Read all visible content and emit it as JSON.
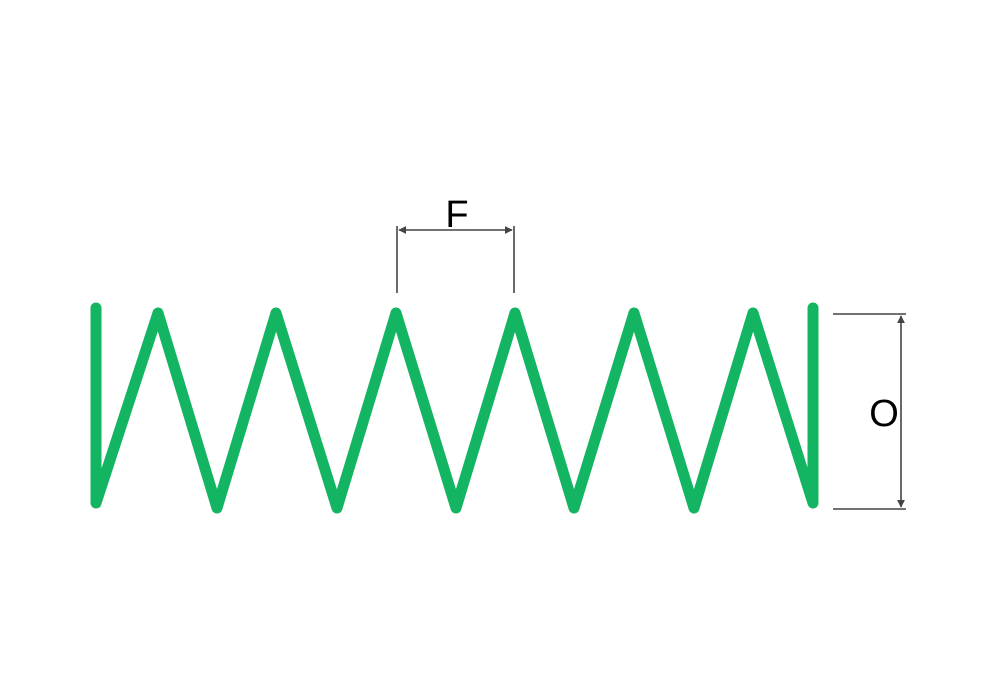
{
  "diagram": {
    "subject": "spring",
    "spring_color": "#14B562",
    "dimension_color": "#444444",
    "dimensions": {
      "pitch_label": "F",
      "outer_diameter_label": "O"
    }
  }
}
